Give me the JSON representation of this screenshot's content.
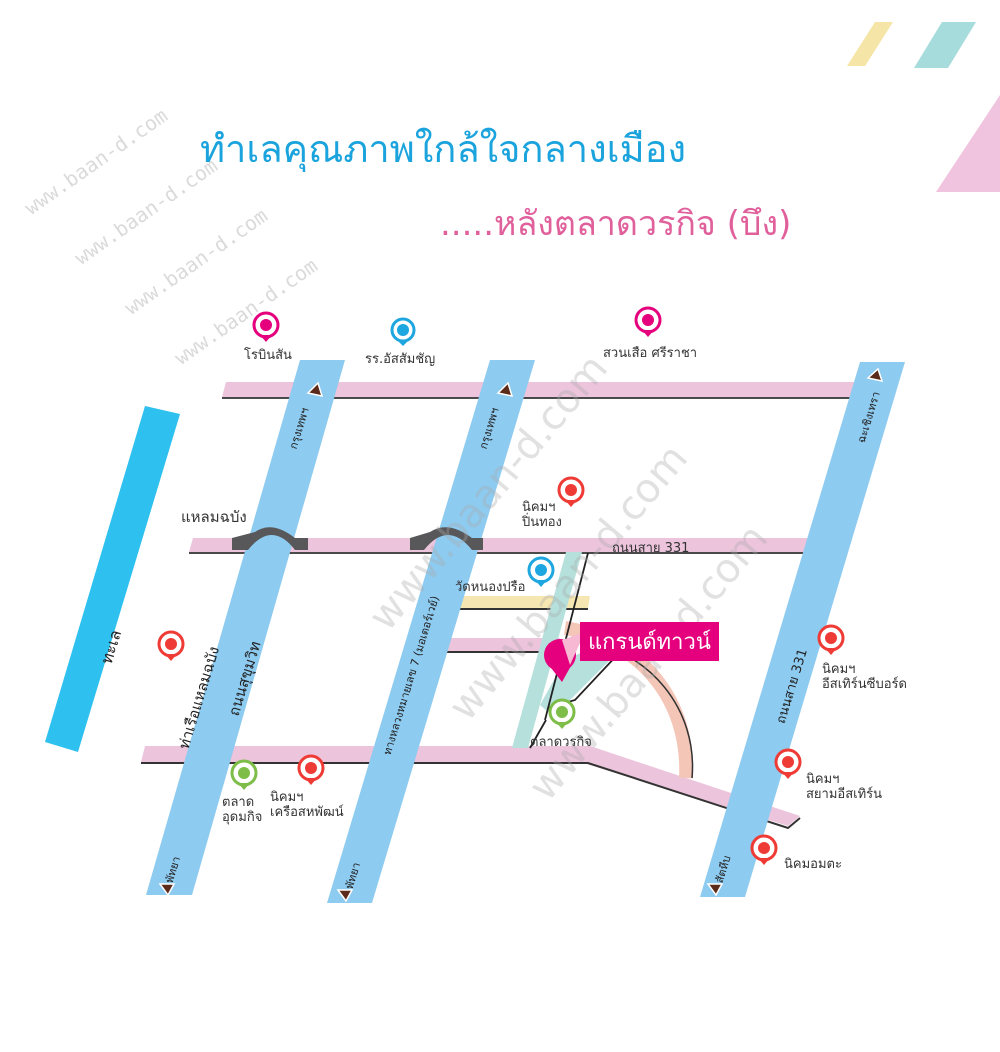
{
  "header": {
    "title": "ทำเลคุณภาพใกล้ใจกลางเมือง",
    "subtitle": ".....หลังตลาดวรกิจ (บึง)"
  },
  "watermark": "www.baan-d.com",
  "colors": {
    "title": "#1aa3dc",
    "subtitle": "#e0609c",
    "road_vertical": "#8ecbf0",
    "road_horizontal": "#ecc4dc",
    "sea": "#2ec0ef",
    "project": "#e5007e",
    "pin_red": "#ef3b36",
    "pin_magenta": "#e5007e",
    "pin_blue": "#1ea6e0",
    "pin_green": "#7dbd48",
    "deco_yellow": "#f5e5a6",
    "deco_teal": "#a6dcdb",
    "deco_pink": "#f0c4de"
  },
  "map": {
    "sea_label": "ทะเล",
    "project_label": "แกรนด์ทาวน์",
    "roads": {
      "sukhumvit": "ถนนสุขุมวิท",
      "motorway": "ทางหลวงหมายเลข 7 (มอเตอร์เวย์)",
      "route331_h": "ถนนสาย 331",
      "route331_v": "ถนนสาย 331",
      "laemchabang": "แหลมฉบัง"
    },
    "directions": {
      "sukhumvit_top": "กรุงเทพฯ",
      "sukhumvit_bottom": "พัทยา",
      "motorway_top": "กรุงเทพฯ",
      "motorway_bottom": "พัทยา",
      "route331_top": "ฉะเชิงเทรา",
      "route331_bottom": "สัตหีบ"
    },
    "places": [
      {
        "name": "โรบินสัน",
        "color": "magenta"
      },
      {
        "name": "รร.อัสสัมชัญ",
        "color": "blue"
      },
      {
        "name": "สวนเสือ ศรีราชา",
        "color": "magenta"
      },
      {
        "name": "นิคมฯ ปิ่นทอง",
        "line1": "นิคมฯ",
        "line2": "ปิ่นทอง",
        "color": "red"
      },
      {
        "name": "วัดหนองปรือ",
        "color": "blue"
      },
      {
        "name": "ท่าเรือแหลมฉบัง",
        "color": "red"
      },
      {
        "name": "ตลาดวรกิจ",
        "color": "green"
      },
      {
        "name": "ตลาด อุดมกิจ",
        "line1": "ตลาด",
        "line2": "อุดมกิจ",
        "color": "green"
      },
      {
        "name": "นิคมฯ เครือสหพัฒน์",
        "line1": "นิคมฯ",
        "line2": "เครือสหพัฒน์",
        "color": "red"
      },
      {
        "name": "นิคมฯ อีสเทิร์นซีบอร์ด",
        "line1": "นิคมฯ",
        "line2": "อีสเทิร์นซีบอร์ด",
        "color": "red"
      },
      {
        "name": "นิคมฯ สยามอีสเทิร์น",
        "line1": "นิคมฯ",
        "line2": "สยามอีสเทิร์น",
        "color": "red"
      },
      {
        "name": "นิคมอมตะ",
        "color": "red"
      }
    ]
  }
}
